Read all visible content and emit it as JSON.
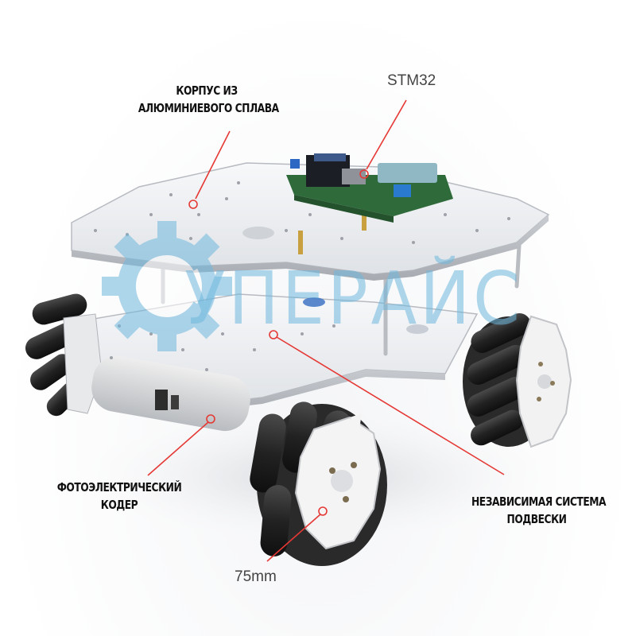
{
  "image": {
    "subject": "Four-wheel mecanum robot chassis with aluminum alloy double-deck frame",
    "background_color": "#ffffff",
    "callout_color": "#e53935"
  },
  "watermark": {
    "text": "УПЕРАЙС",
    "gear_letter": "С",
    "color": "#6fb8de",
    "icon": "gear-icon"
  },
  "callouts": {
    "body": {
      "line1": "КОРПУС ИЗ",
      "line2": "АЛЮМИНИЕВОГО СПЛАВА"
    },
    "controller": {
      "text": "STM32"
    },
    "encoder": {
      "line1": "ФОТОЭЛЕКТРИЧЕСКИЙ",
      "line2": "КОДЕР"
    },
    "suspension": {
      "line1": "НЕЗАВИСИМАЯ СИСТЕМА",
      "line2": "ПОДВЕСКИ"
    },
    "wheel": {
      "text": "75mm"
    }
  }
}
